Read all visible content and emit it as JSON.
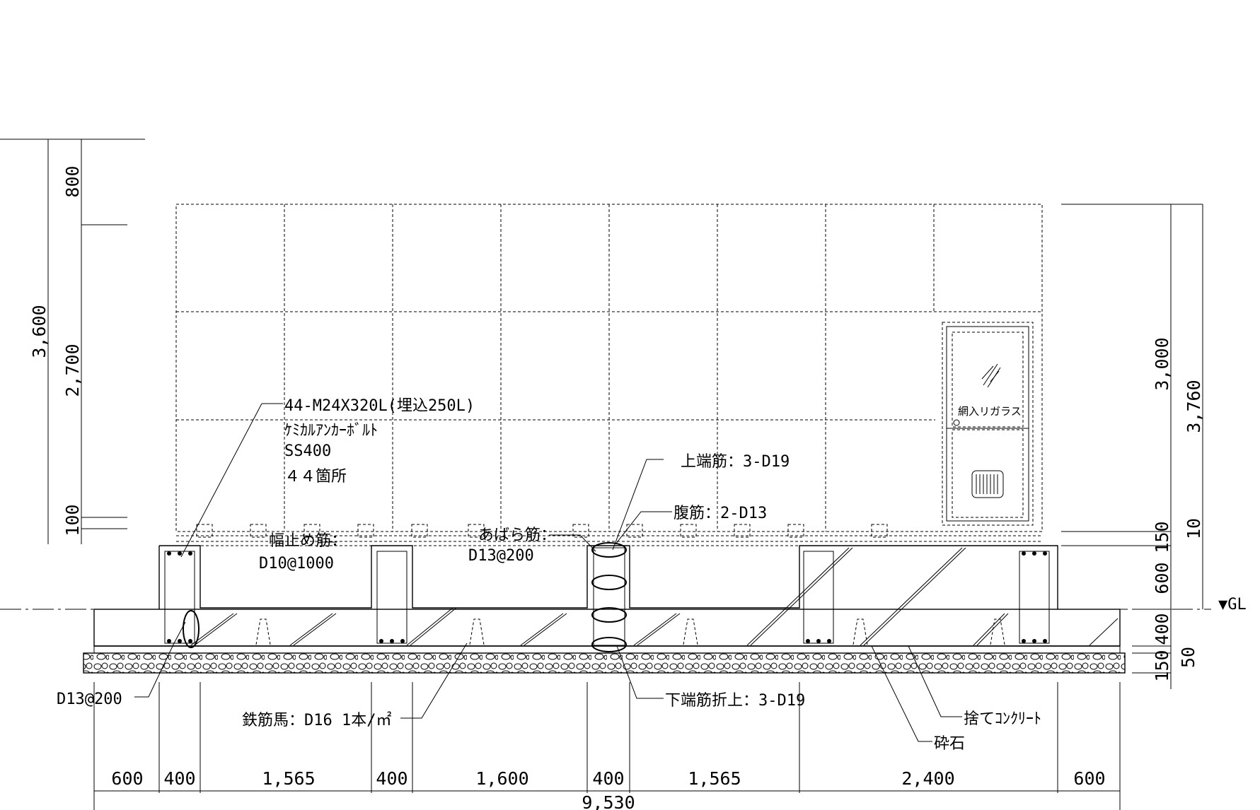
{
  "notes": {
    "anchor_bolt_1": "44-M24X320L(埋込250L)",
    "anchor_bolt_2": "ｹﾐｶﾙｱﾝｶｰﾎﾞﾙﾄ",
    "anchor_bolt_3": "SS400",
    "anchor_bolt_4": "４４箇所",
    "top_bar": "上端筋：3-D19",
    "web_bar": "腹筋：2-D13",
    "width_stop_1": "幅止め筋：",
    "width_stop_2": "D10@1000",
    "rib_bar_1": "あばら筋：",
    "rib_bar_2": "D13@200",
    "slab_bar": "D13@200",
    "chair": "鉄筋馬：D16 1本/㎡",
    "bottom_bar": "下端筋折上：3-D19",
    "lean_concrete": "捨てｺﾝｸﾘｰﾄ",
    "gravel": "砕石",
    "glass": "網入リガラス",
    "gl": "▼GL"
  },
  "dims_left": {
    "total": "3,600",
    "top": "800",
    "mid": "2,700",
    "bottom": "100"
  },
  "dims_right": {
    "d3000": "3,000",
    "d3760": "3,760",
    "d10": "10",
    "d150": "150",
    "d600": "600",
    "d400": "400",
    "d150b": "150",
    "d50": "50"
  },
  "dims_bottom": {
    "d1": "600",
    "d2": "400",
    "d3": "1,565",
    "d4": "400",
    "d5": "1,600",
    "d6": "400",
    "d7": "1,565",
    "d8": "2,400",
    "d9": "600",
    "total": "9,530"
  }
}
